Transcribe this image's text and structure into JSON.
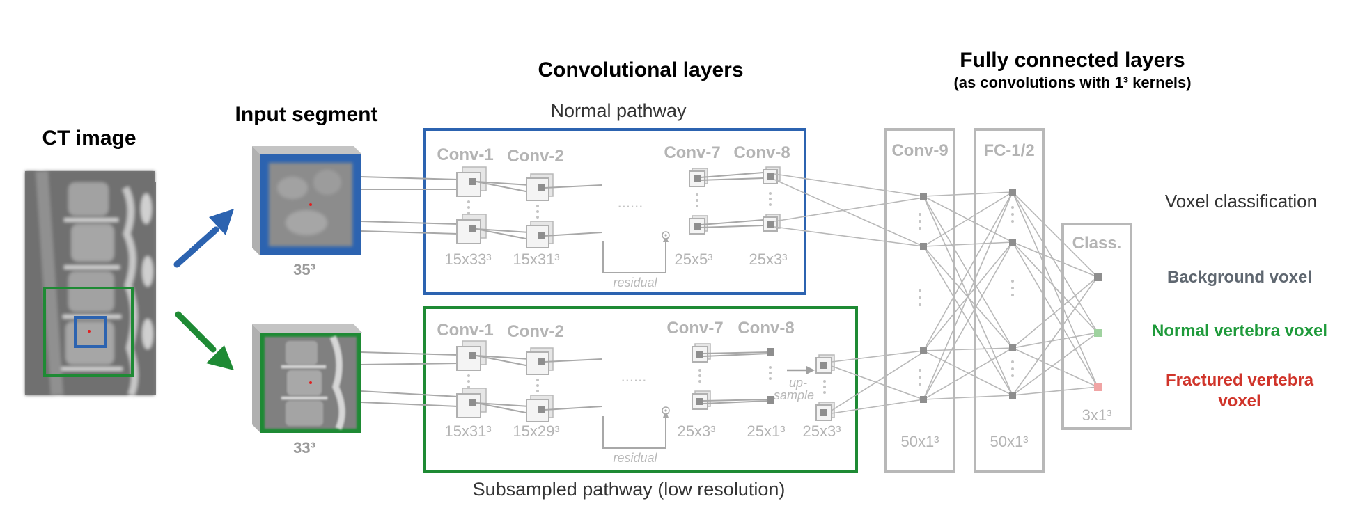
{
  "labels": {
    "ct_image": "CT image",
    "input_segment": "Input segment",
    "input_size_top": "35³",
    "input_size_bottom": "33³",
    "conv_layers_title": "Convolutional layers",
    "normal_pathway": "Normal pathway",
    "subsampled_pathway": "Subsampled pathway (low resolution)",
    "fc_title": "Fully connected layers",
    "fc_subtitle": "(as convolutions with 1³ kernels)",
    "voxel_classification": "Voxel classification",
    "residual": "residual",
    "upsample_1": "up-",
    "upsample_2": "sample",
    "ellipsis": "......"
  },
  "normal_pathway": {
    "layers": [
      {
        "name": "Conv-1",
        "size": "15x33³"
      },
      {
        "name": "Conv-2",
        "size": "15x31³"
      },
      {
        "name": "Conv-7",
        "size": "25x5³"
      },
      {
        "name": "Conv-8",
        "size": "25x3³"
      }
    ]
  },
  "subsampled_pathway": {
    "layers": [
      {
        "name": "Conv-1",
        "size": "15x31³"
      },
      {
        "name": "Conv-2",
        "size": "15x29³"
      },
      {
        "name": "Conv-7",
        "size": "25x3³"
      },
      {
        "name": "Conv-8",
        "size": "25x1³"
      }
    ],
    "upsampled_size": "25x3³"
  },
  "fc_layers": [
    {
      "name": "Conv-9",
      "size": "50x1³"
    },
    {
      "name": "FC-1/2",
      "size": "50x1³"
    },
    {
      "name": "Class.",
      "size": "3x1³"
    }
  ],
  "classes": [
    {
      "label": "Background voxel",
      "color": "#5f6770"
    },
    {
      "label": "Normal vertebra voxel",
      "color": "#1e9a3a"
    },
    {
      "label_line1": "Fractured vertebra",
      "label_line2": "voxel",
      "color": "#d0342a"
    }
  ],
  "colors": {
    "normal_pathway": "#2c63b0",
    "subsampled_pathway": "#1e8a34",
    "box_gray": "#b8b8b8",
    "layer_label_gray": "#b4b4b4"
  }
}
